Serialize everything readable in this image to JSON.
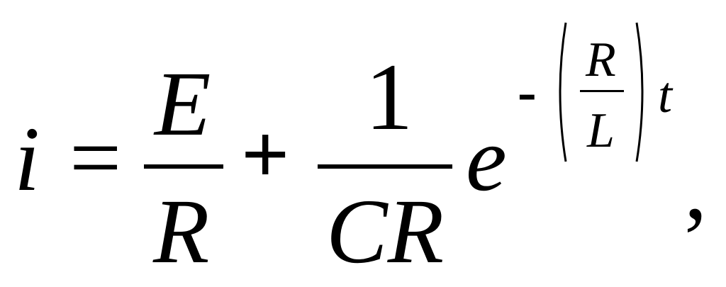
{
  "formula": {
    "lhs": "i",
    "equals": "=",
    "term1": {
      "numerator": "E",
      "denominator": "R"
    },
    "plus": "+",
    "term2": {
      "numerator": "1",
      "denominator": "CR"
    },
    "base": "e",
    "exponent": {
      "sign": "-",
      "fraction": {
        "numerator": "R",
        "denominator": "L"
      },
      "variable": "t"
    },
    "trailing": ","
  }
}
